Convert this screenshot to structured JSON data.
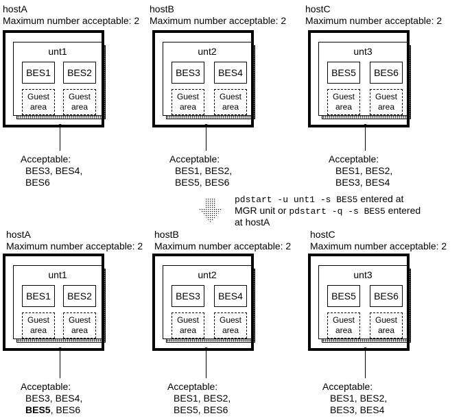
{
  "row1": [
    {
      "host": "hostA",
      "max": "Maximum number acceptable: 2",
      "unit": "unt1",
      "bes": [
        "BES1",
        "BES2"
      ],
      "guest": [
        "Guest",
        "area"
      ],
      "acc_label": "Acceptable:",
      "acc_line1": "BES3, BES4,",
      "acc_line2": "BES6"
    },
    {
      "host": "hostB",
      "max": "Maximum number acceptable: 2",
      "unit": "unt2",
      "bes": [
        "BES3",
        "BES4"
      ],
      "guest": [
        "Guest",
        "area"
      ],
      "acc_label": "Acceptable:",
      "acc_line1": "BES1, BES2,",
      "acc_line2": "BES5, BES6"
    },
    {
      "host": "hostC",
      "max": "Maximum number acceptable: 2",
      "unit": "unt3",
      "bes": [
        "BES5",
        "BES6"
      ],
      "guest": [
        "Guest",
        "area"
      ],
      "acc_label": "Acceptable:",
      "acc_line1": "BES1, BES2,",
      "acc_line2": "BES3, BES4"
    }
  ],
  "row2": [
    {
      "host": "hostA",
      "max": "Maximum number acceptable: 2",
      "unit": "unt1",
      "bes": [
        "BES1",
        "BES2"
      ],
      "guest": [
        "Guest",
        "area"
      ],
      "acc_label": "Acceptable:",
      "acc_line1": "BES3, BES4,",
      "acc_line2_bold": "BES5",
      "acc_line2_rest": ", BES6"
    },
    {
      "host": "hostB",
      "max": "Maximum number acceptable: 2",
      "unit": "unt2",
      "bes": [
        "BES3",
        "BES4"
      ],
      "guest": [
        "Guest",
        "area"
      ],
      "acc_label": "Acceptable:",
      "acc_line1": "BES1, BES2,",
      "acc_line2": "BES5, BES6"
    },
    {
      "host": "hostC",
      "max": "Maximum number acceptable: 2",
      "unit": "unt3",
      "bes": [
        "BES5",
        "BES6"
      ],
      "guest": [
        "Guest",
        "area"
      ],
      "acc_label": "Acceptable:",
      "acc_line1": "BES1, BES2,",
      "acc_line2": "BES3, BES4"
    }
  ],
  "transition": {
    "cmd1": "pdstart -u unt1 -s BES5",
    "text1": " entered at",
    "text2a": "MGR unit or ",
    "cmd2": "pdstart -q -s BES5",
    "text2b": " entered",
    "text3": "at hostA"
  }
}
